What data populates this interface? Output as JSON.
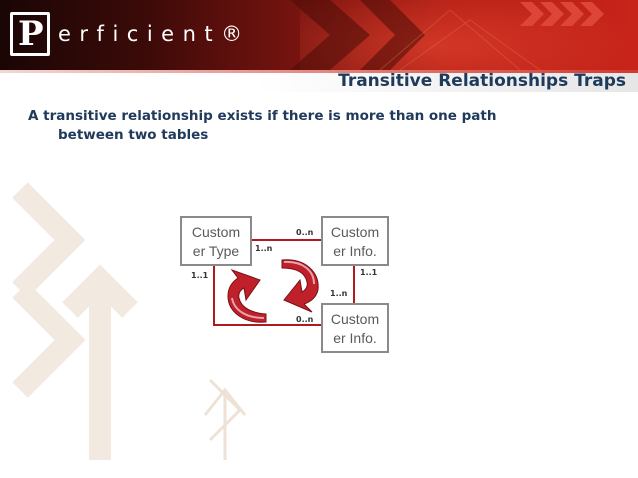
{
  "brand": {
    "logo_letter": "P",
    "logo_text": "erficient®"
  },
  "slide": {
    "title": "Transitive Relationships Traps",
    "body_line1": "A transitive relationship exists if there is more than one path",
    "body_line2": "between two tables"
  },
  "diagram": {
    "nodes": [
      {
        "line1": "Custom",
        "line2": "er Type"
      },
      {
        "line1": "Custom",
        "line2": "er Info."
      },
      {
        "line1": "Custom",
        "line2": "er Info."
      }
    ],
    "cardinalities": {
      "top_right": "0..n",
      "top_left": "1..n",
      "left_vertical": "1..1",
      "right_vertical": "1..1",
      "lower_mid": "1..n",
      "bottom": "0..n"
    }
  },
  "colors": {
    "header_dark": "#1a0605",
    "header_red": "#c8241a",
    "title_navy": "#1f3b5c",
    "line_red": "#b0191e",
    "arrow_red": "#c0202a"
  }
}
